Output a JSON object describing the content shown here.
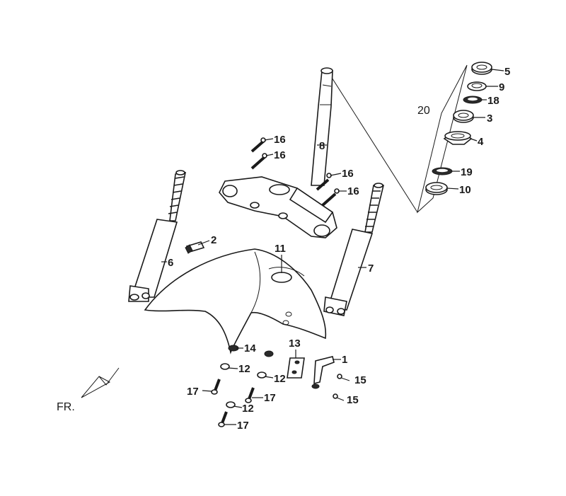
{
  "diagram": {
    "callouts": [
      {
        "id": "c5",
        "text": "5"
      },
      {
        "id": "c9",
        "text": "9"
      },
      {
        "id": "c18",
        "text": "18"
      },
      {
        "id": "c20",
        "text": "20"
      },
      {
        "id": "c3",
        "text": "3"
      },
      {
        "id": "c4",
        "text": "4"
      },
      {
        "id": "c19",
        "text": "19"
      },
      {
        "id": "c10",
        "text": "10"
      },
      {
        "id": "c8",
        "text": "8"
      },
      {
        "id": "c16a",
        "text": "16"
      },
      {
        "id": "c16b",
        "text": "16"
      },
      {
        "id": "c16c",
        "text": "16"
      },
      {
        "id": "c16d",
        "text": "16"
      },
      {
        "id": "c2",
        "text": "2"
      },
      {
        "id": "c6",
        "text": "6"
      },
      {
        "id": "c11",
        "text": "11"
      },
      {
        "id": "c7",
        "text": "7"
      },
      {
        "id": "c14",
        "text": "14"
      },
      {
        "id": "c13",
        "text": "13"
      },
      {
        "id": "c1",
        "text": "1"
      },
      {
        "id": "c12a",
        "text": "12"
      },
      {
        "id": "c12b",
        "text": "12"
      },
      {
        "id": "c12c",
        "text": "12"
      },
      {
        "id": "c15a",
        "text": "15"
      },
      {
        "id": "c15b",
        "text": "15"
      },
      {
        "id": "c17a",
        "text": "17"
      },
      {
        "id": "c17b",
        "text": "17"
      },
      {
        "id": "c17c",
        "text": "17"
      }
    ],
    "direction_label": "FR."
  }
}
